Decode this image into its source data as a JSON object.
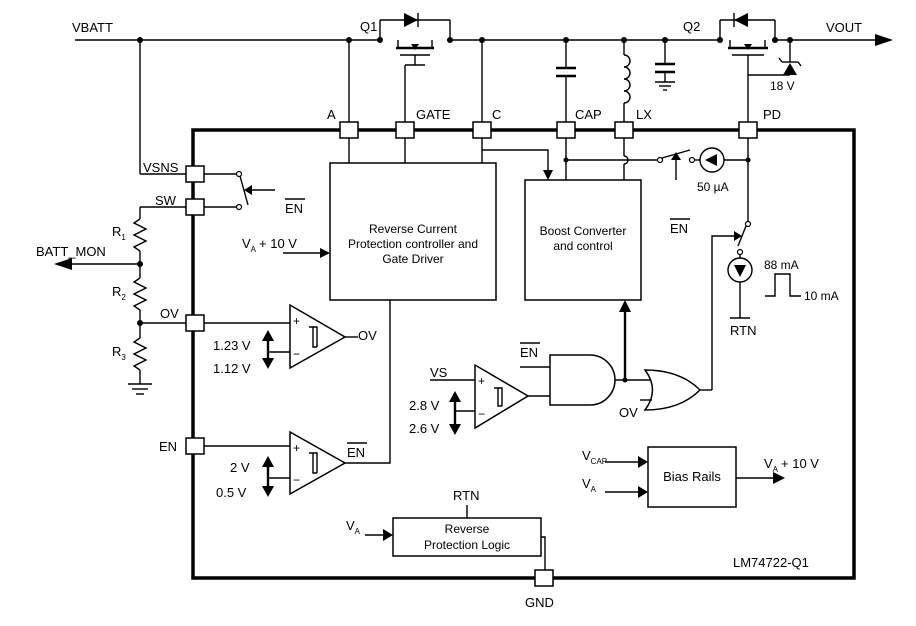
{
  "nets": {
    "vbatt": "VBATT",
    "vout": "VOUT",
    "batt_mon": "BATT_MON",
    "rtn_top": "RTN",
    "rtn_right": "RTN",
    "gnd": "GND"
  },
  "transistors": {
    "q1": "Q1",
    "q2": "Q2"
  },
  "zener": "18 V",
  "pins": {
    "a": "A",
    "gate": "GATE",
    "c": "C",
    "cap": "CAP",
    "lx": "LX",
    "pd": "PD",
    "vsns": "VSNS",
    "sw": "SW",
    "ov": "OV",
    "en": "EN"
  },
  "resistors": {
    "r1": {
      "name": "R",
      "sub": "1"
    },
    "r2": {
      "name": "R",
      "sub": "2"
    },
    "r3": {
      "name": "R",
      "sub": "3"
    }
  },
  "blocks": {
    "rcp_line1": "Reverse Current",
    "rcp_line2": "Protection controller and",
    "rcp_line3": "Gate Driver",
    "boost_line1": "Boost Converter",
    "boost_line2": "and control",
    "bias": "Bias Rails",
    "rev_line1": "Reverse",
    "rev_line2": "Protection Logic"
  },
  "signals": {
    "va": "V",
    "va_sub": "A",
    "plus10": "+ 10 V",
    "vcap": "V",
    "vcap_sub": "CAP",
    "en_bar_sw": "EN",
    "en_bar_50": "EN",
    "en_bar_gate": "EN",
    "en_bar_comp": "EN",
    "ov_comp": "OV",
    "ov_gate": "OV",
    "vs": "VS"
  },
  "thresholds": {
    "ov_high": "1.23 V",
    "ov_low": "1.12 V",
    "en_high": "2 V",
    "en_low": "0.5 V",
    "vs_high": "2.8 V",
    "vs_low": "2.6 V"
  },
  "currents": {
    "i50": "50 µA",
    "i88": "88 mA",
    "i10": "10 mA"
  },
  "part_number": "LM74722-Q1"
}
